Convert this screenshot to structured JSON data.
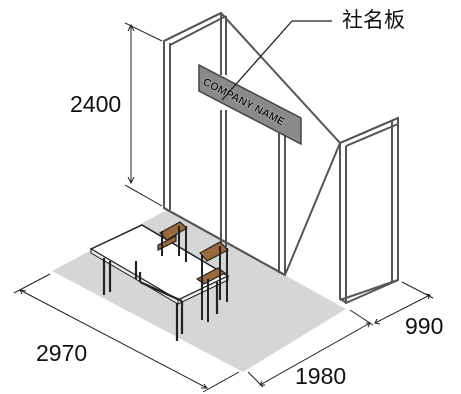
{
  "callout": {
    "label": "社名板"
  },
  "sign": {
    "text": "COMPANY NAME"
  },
  "dimensions": {
    "height": "2400",
    "width": "2970",
    "depth": "1980",
    "side_depth": "990"
  },
  "colors": {
    "floor": "#d6d6d6",
    "frame": "#555555",
    "sign_board": "#8a8a8a",
    "line": "#222222"
  }
}
